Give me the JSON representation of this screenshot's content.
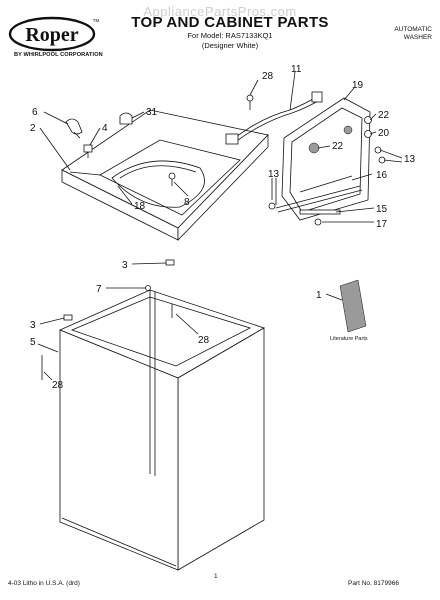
{
  "header": {
    "watermark": "AppliancePartsPros.com",
    "brand": "Roper",
    "brand_tm": "TM",
    "byline": "BY WHIRLPOOL CORPORATION",
    "title": "TOP AND CABINET PARTS",
    "model_line": "For Model: RAS7133KQ1",
    "variant_line": "(Designer White)",
    "category_line1": "AUTOMATIC",
    "category_line2": "WASHER"
  },
  "callouts": {
    "c28a": "28",
    "c11": "11",
    "c19": "19",
    "c6": "6",
    "c31": "31",
    "c22a": "22",
    "c2": "2",
    "c4": "4",
    "c20": "20",
    "c22b": "22",
    "c13a": "13",
    "c13b": "13",
    "c16": "16",
    "c8": "8",
    "c18": "18",
    "c15": "15",
    "c17": "17",
    "c3a": "3",
    "c7": "7",
    "c1": "1",
    "c28b": "28",
    "c3b": "3",
    "c5": "5",
    "c28c": "28"
  },
  "literature_label": "Literature Parts",
  "footer": {
    "print_note": "4-03 Litho in U.S.A. (drd)",
    "page_number": "1",
    "part_number": "Part No. 8179966"
  },
  "colors": {
    "ink": "#111111",
    "watermark": "#cfcfcf",
    "shade": "#9a9a9a"
  }
}
